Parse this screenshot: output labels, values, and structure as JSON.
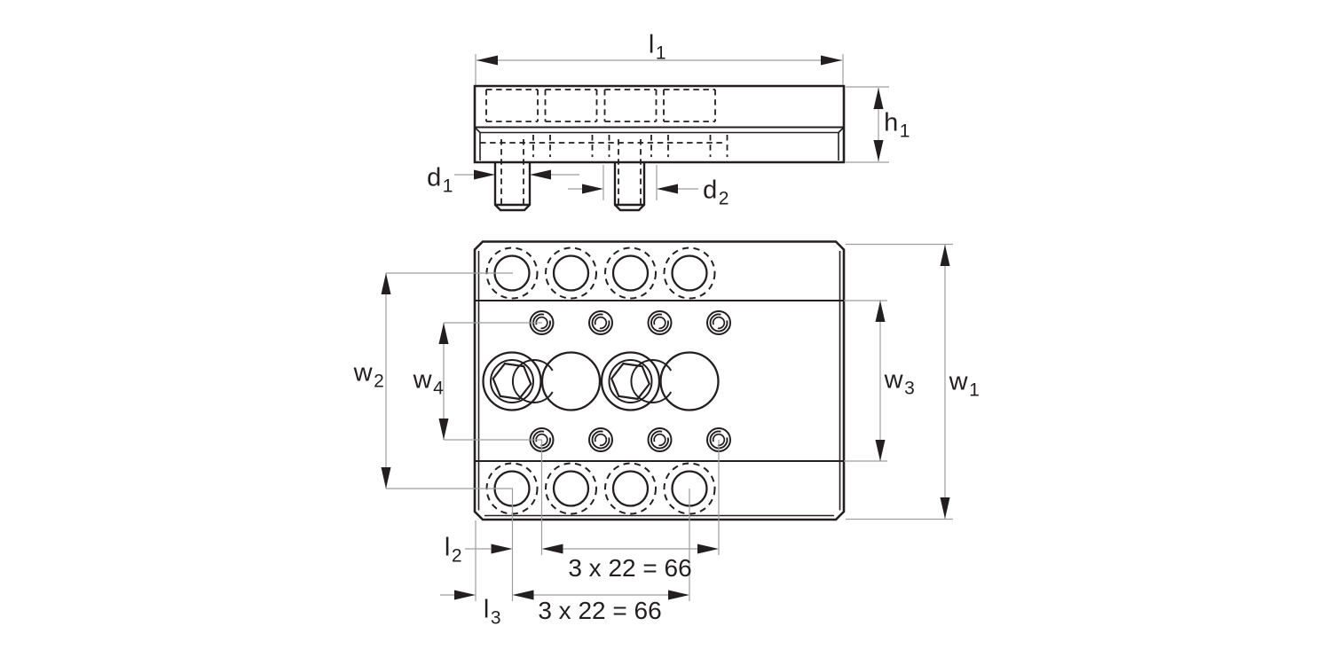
{
  "drawing": {
    "description": "Technical dimension drawing of a manifold base plate: side view (top) and plan view (bottom)",
    "views": [
      {
        "id": "side-view",
        "name": "side view"
      },
      {
        "id": "plan-view",
        "name": "plan view"
      }
    ],
    "labels": {
      "l1": {
        "main": "l",
        "sub": "1"
      },
      "h1": {
        "main": "h",
        "sub": "1"
      },
      "d1": {
        "main": "d",
        "sub": "1"
      },
      "d2": {
        "main": "d",
        "sub": "2"
      },
      "w1": {
        "main": "w",
        "sub": "1"
      },
      "w2": {
        "main": "w",
        "sub": "2"
      },
      "w3": {
        "main": "w",
        "sub": "3"
      },
      "w4": {
        "main": "w",
        "sub": "4"
      },
      "l2": {
        "main": "l",
        "sub": "2"
      },
      "l3": {
        "main": "l",
        "sub": "3"
      }
    },
    "pitch_dimensions": {
      "top_row": "3 x 22 = 66",
      "bottom_row": "3 x 22 = 66"
    },
    "colors": {
      "line": "#231f20",
      "dimension_line": "#9c9ea1",
      "background": "#ffffff"
    }
  }
}
